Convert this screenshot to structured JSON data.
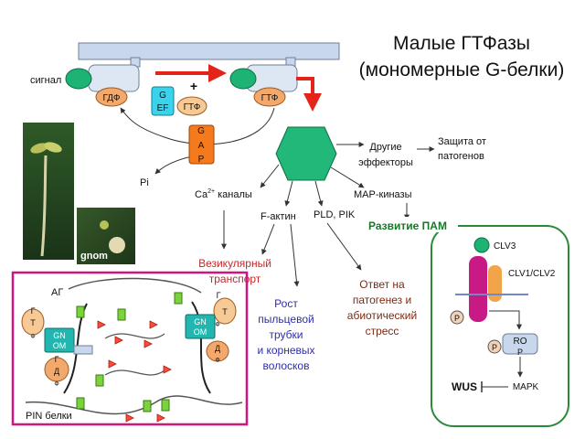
{
  "title": {
    "line1": "Малые ГТФазы",
    "line2": "(мономерные G-белки)"
  },
  "cycle": {
    "signal": "сигнал",
    "gdp": "ГДФ",
    "gtp": "ГТФ",
    "gtp_right": "ГТФ",
    "plus": "+",
    "gef": [
      "G",
      "EF"
    ],
    "gap": [
      "G",
      "A",
      "P"
    ],
    "pi": "Pi"
  },
  "effectors": {
    "ca_base": "Ca",
    "ca_sup": "2+",
    "ca_rest": " каналы",
    "f_actin": "F-актин",
    "pld_pik": "PLD, PIK",
    "map_kinases": "MAP-киназы",
    "other": [
      "Другие",
      "эффекторы"
    ],
    "defense": [
      "Защита от",
      "патогенов"
    ]
  },
  "outcomes": {
    "vesicular": [
      "Везикулярный",
      "транспорт"
    ],
    "growth": [
      "Рост",
      "пыльцевой",
      "трубки",
      "и корневых",
      "волосков"
    ],
    "stress": [
      "Ответ на",
      "патогенез и",
      "абиотический",
      "стресс"
    ],
    "pam": "Развитие ПАМ"
  },
  "photos": {
    "gnom": "gnom"
  },
  "vesicle_panel": {
    "ag": "АГ",
    "gtp_left": [
      "Г",
      "Т",
      "Ф"
    ],
    "gnom_left": [
      "GN",
      "OM"
    ],
    "gdp_left": [
      "Г",
      "Д",
      "Ф"
    ],
    "gtp_right": [
      "Г",
      "Т",
      "Ф"
    ],
    "gnom_right": [
      "GN",
      "OM"
    ],
    "gdp_right": [
      "Д",
      "Ф"
    ],
    "pin": "PIN белки"
  },
  "clv_panel": {
    "clv3": "CLV3",
    "clv1_clv2": "CLV1/CLV2",
    "p1": "P",
    "p2": "P",
    "rop": [
      "RO",
      "P"
    ],
    "wus": "WUS",
    "mapk": "MAPK"
  },
  "colors": {
    "membrane": "#c8d7ec",
    "hexagon": "#21b87a",
    "gdp_orange": "#f3a96b",
    "gtp_orange": "#f7c994",
    "gef_cyan": "#39d3ee",
    "gap_orange": "#f47a1c",
    "red_arrow": "#e3241b",
    "magenta_frame": "#d0157f",
    "green_frame": "#2a8a3a",
    "pam_green": "#147a24",
    "vesicular_red": "#c32b2b",
    "growth_blue": "#2d2fa8",
    "stress_brown": "#7b2b12",
    "clv_magenta": "#c81a84",
    "clv_orange": "#f2a44b"
  }
}
